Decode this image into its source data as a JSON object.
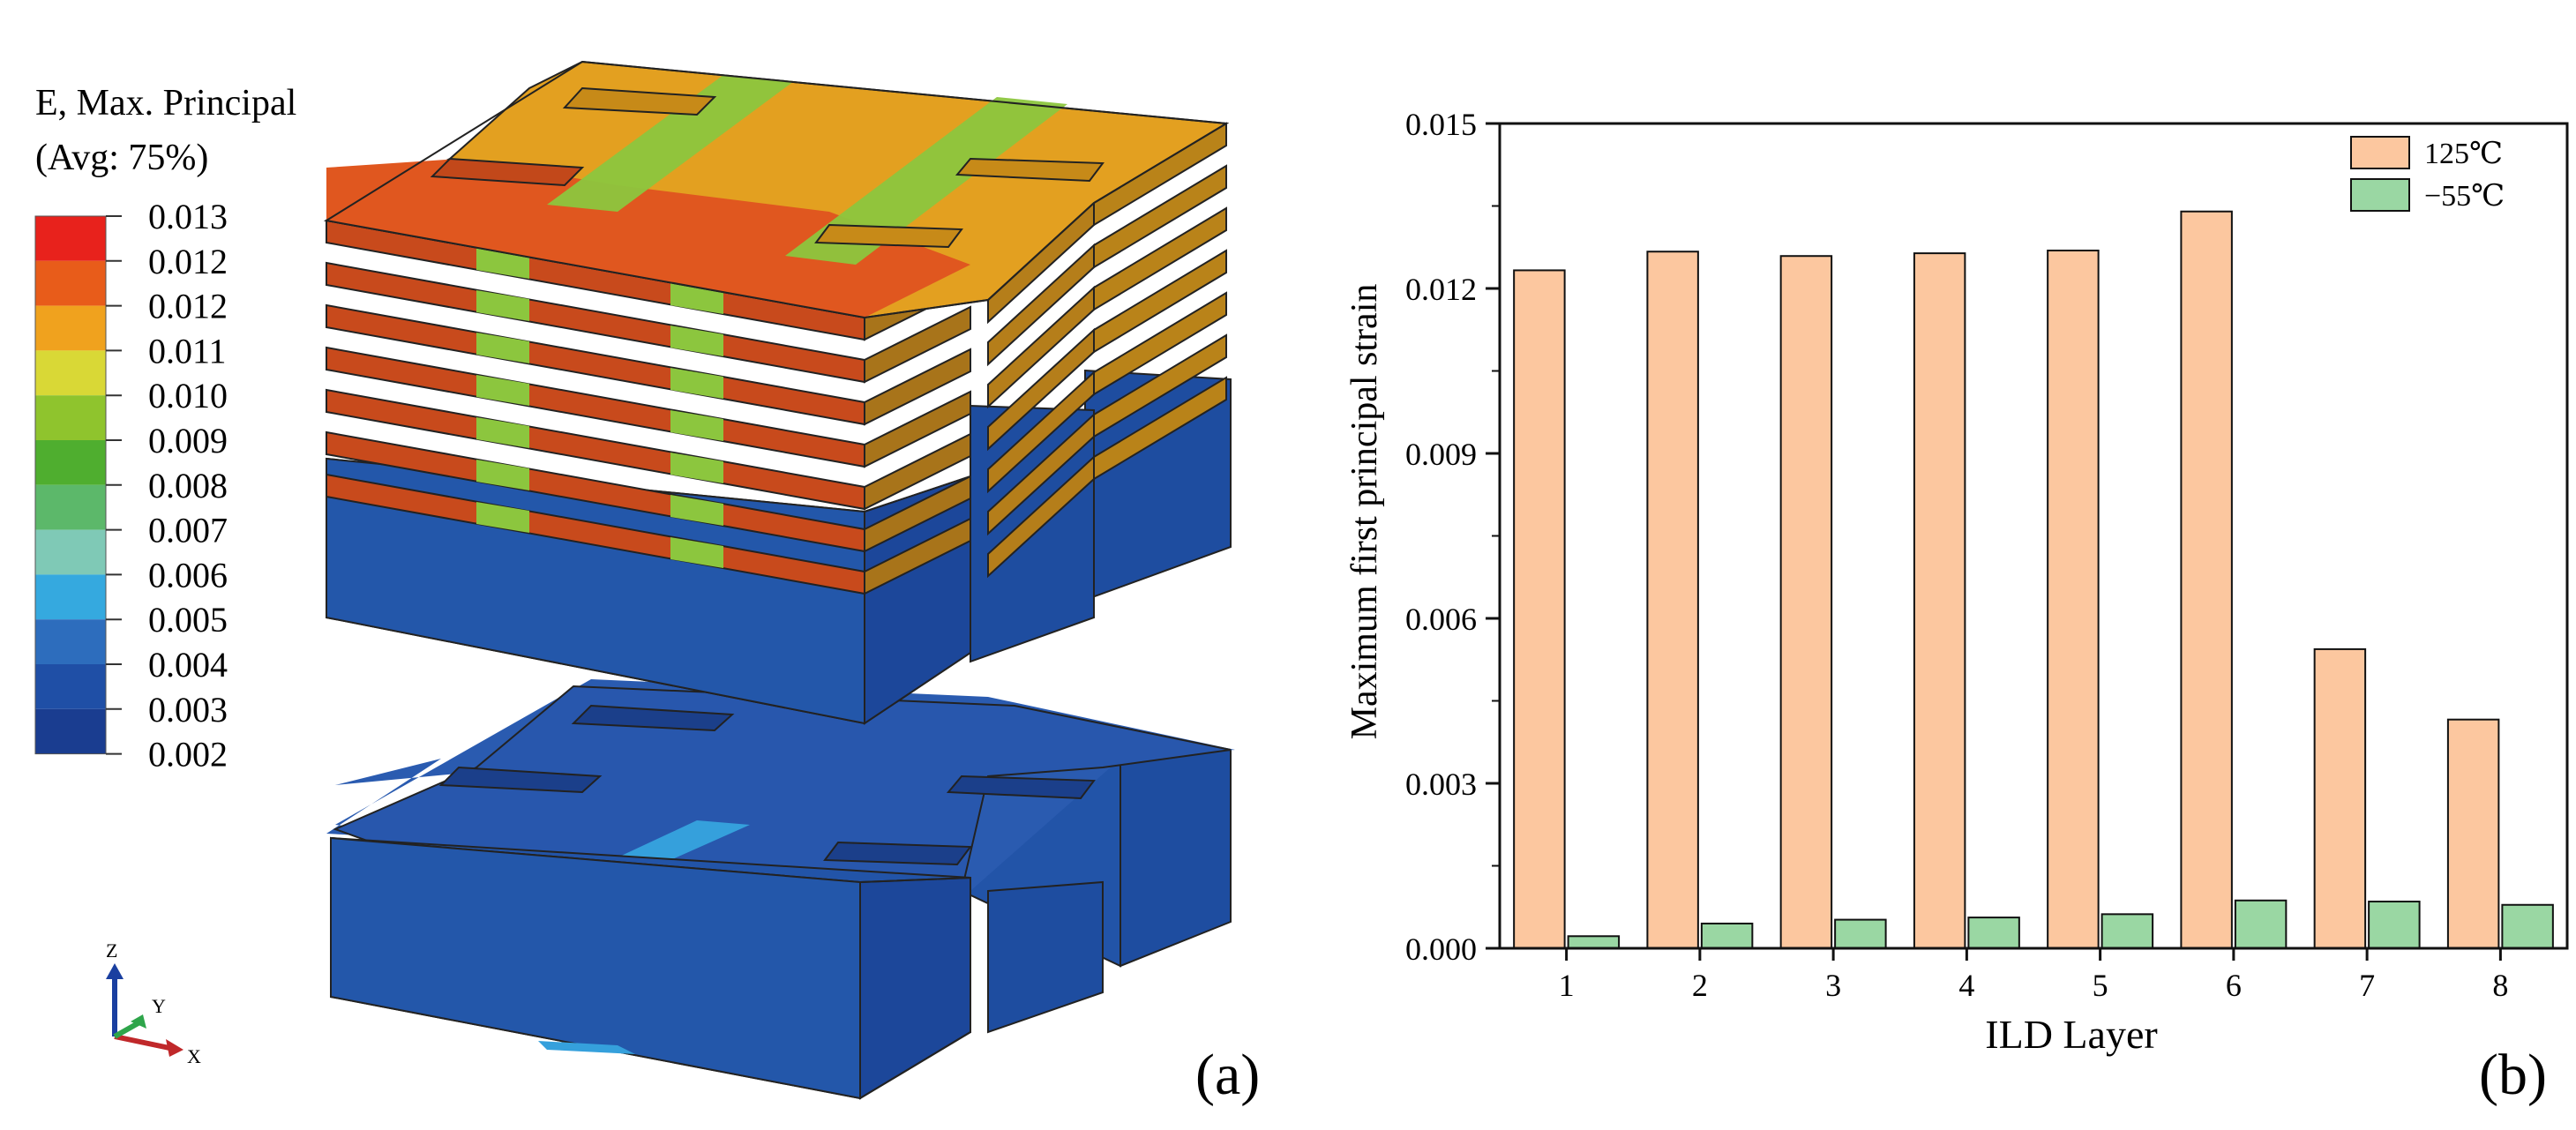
{
  "panel_a": {
    "legend_title_1": "E, Max. Principal",
    "legend_title_2": "(Avg: 75%)",
    "legend_values": [
      "0.013",
      "0.012",
      "0.012",
      "0.011",
      "0.010",
      "0.009",
      "0.008",
      "0.007",
      "0.006",
      "0.005",
      "0.004",
      "0.003",
      "0.002"
    ],
    "legend_colors": [
      "#e8221c",
      "#e85c1a",
      "#f0a21e",
      "#d9d836",
      "#8fc42d",
      "#4fae2f",
      "#5cb86a",
      "#7fc9b6",
      "#35a9df",
      "#2d6dbd",
      "#1f4fa6",
      "#1a3d90"
    ],
    "axis_z": "Z",
    "axis_y": "Y",
    "axis_x": "X",
    "panel_label": "(a)",
    "colors": {
      "base_blue": "#2254a8",
      "layer_orange": "#e0571f",
      "layer_amber": "#e3a020",
      "stripe_green": "#8cc63e"
    }
  },
  "chart_data": {
    "type": "bar",
    "categories": [
      "1",
      "2",
      "3",
      "4",
      "5",
      "6",
      "7",
      "8"
    ],
    "series": [
      {
        "name": "125℃",
        "color": "#fcc79f",
        "values": [
          0.01233,
          0.01267,
          0.01259,
          0.01264,
          0.01269,
          0.0134,
          0.00544,
          0.00416
        ]
      },
      {
        "name": "−55℃",
        "color": "#9ad7a3",
        "values": [
          0.00022,
          0.00045,
          0.00052,
          0.00056,
          0.00062,
          0.00087,
          0.00085,
          0.00079
        ]
      }
    ],
    "xlabel": "ILD Layer",
    "ylabel": "Maximum first principal strain",
    "ylim": [
      0,
      0.015
    ],
    "yticks": [
      "0.000",
      "0.003",
      "0.006",
      "0.009",
      "0.012",
      "0.015"
    ],
    "grid": false,
    "legend_position": "top-right",
    "panel_label": "(b)"
  }
}
